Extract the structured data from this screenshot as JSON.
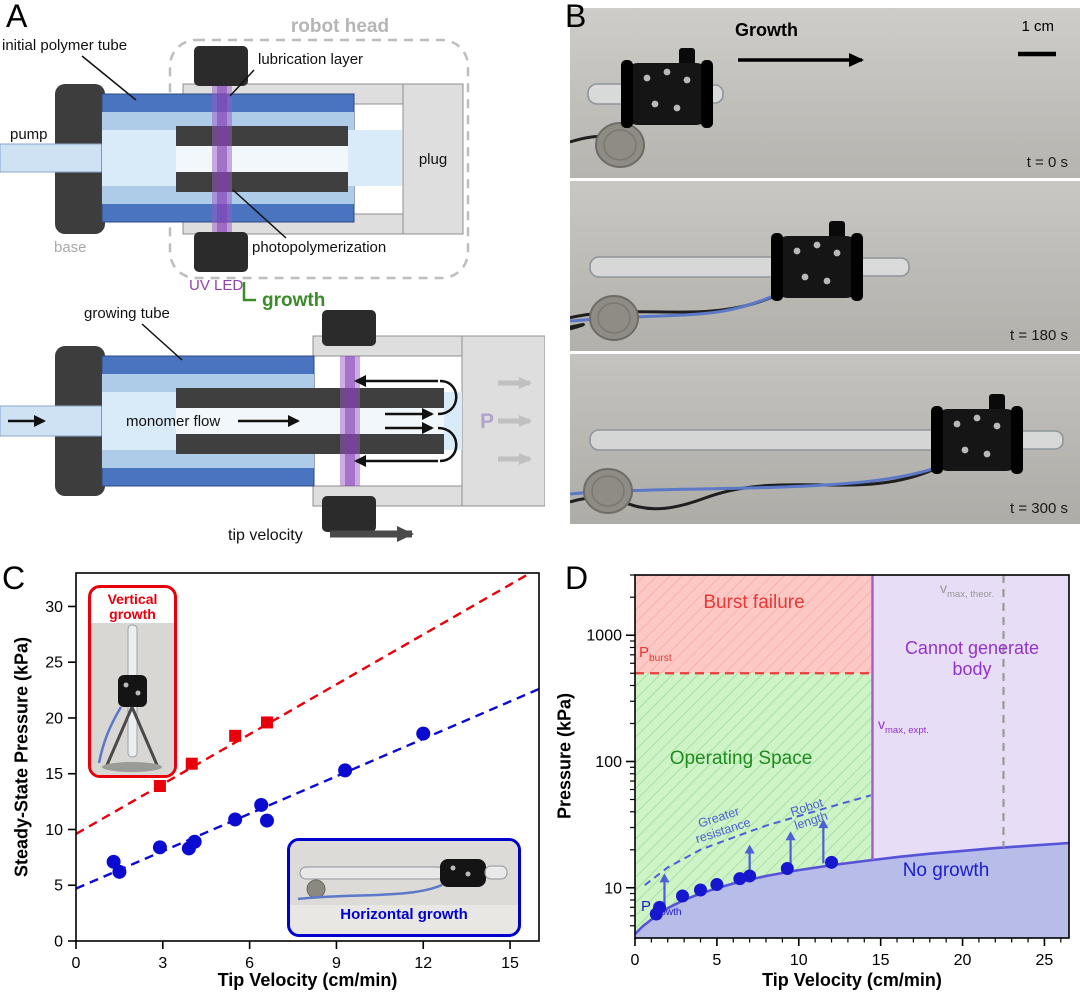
{
  "panels": {
    "a": {
      "label": "A",
      "labels": {
        "initial_polymer_tube": "initial polymer tube",
        "robot_head": "robot head",
        "lubrication_layer": "lubrication layer",
        "pump": "pump",
        "plug": "plug",
        "base": "base",
        "uv_led": "UV LED",
        "photopolymerization": "photopolymerization",
        "growth": "growth",
        "growing_tube": "growing tube",
        "monomer_flow": "monomer flow",
        "pressure": "P",
        "tip_velocity": "tip velocity"
      }
    },
    "b": {
      "label": "B",
      "growth_label": "Growth",
      "scale_label": "1 cm",
      "frames": [
        {
          "time": "t = 0 s",
          "robot_x": 55,
          "tube_left": 18,
          "tip_len": 16,
          "coin_x": 50,
          "wires": "none"
        },
        {
          "time": "t = 180 s",
          "robot_x": 205,
          "tube_left": 20,
          "tip_len": 52,
          "coin_x": 44,
          "wires": "blue"
        },
        {
          "time": "t = 300 s",
          "robot_x": 365,
          "tube_left": 20,
          "tip_len": 46,
          "coin_x": 38,
          "wires": "both"
        }
      ]
    },
    "c": {
      "label": "C",
      "insets": {
        "vertical": {
          "label": "Vertical growth"
        },
        "horizontal": {
          "label": "Horizontal growth"
        }
      }
    },
    "d": {
      "label": "D",
      "region_labels": {
        "burst": "Burst failure",
        "operating": "Operating Space",
        "cannot": "Cannot generate body",
        "no_growth": "No growth"
      },
      "boundary_labels": {
        "p_burst": {
          "main": "P",
          "sub": "burst"
        },
        "p_growth": {
          "main": "P",
          "sub": "growth"
        },
        "v_max_expt": {
          "main": "v",
          "sub": "max, expt."
        },
        "v_max_theor": {
          "main": "v",
          "sub": "max, theor."
        }
      },
      "annotations": {
        "greater_resistance": "Greater resistance",
        "robot_length": "Robot length"
      }
    }
  },
  "chart_data": [
    {
      "id": "panel-c",
      "type": "scatter",
      "xlabel": "Tip Velocity (cm/min)",
      "ylabel": "Steady-State Pressure (kPa)",
      "xlim": [
        0,
        16
      ],
      "ylim": [
        0,
        33
      ],
      "xticks": [
        0,
        3,
        6,
        9,
        12,
        15
      ],
      "yticks": [
        0,
        5,
        10,
        15,
        20,
        25,
        30
      ],
      "grid": false,
      "series": [
        {
          "name": "Vertical growth",
          "marker": "square",
          "color": "#e8000b",
          "points": [
            [
              2.9,
              13.9
            ],
            [
              4.0,
              15.9
            ],
            [
              5.5,
              18.4
            ],
            [
              6.6,
              19.6
            ]
          ],
          "trend": {
            "style": "dashed",
            "x": [
              0,
              15.7
            ],
            "y": [
              9.6,
              33.0
            ]
          }
        },
        {
          "name": "Horizontal growth",
          "marker": "circle",
          "color": "#0a0ad0",
          "points": [
            [
              1.3,
              7.1
            ],
            [
              1.5,
              6.2
            ],
            [
              2.9,
              8.4
            ],
            [
              3.9,
              8.3
            ],
            [
              4.1,
              8.9
            ],
            [
              5.5,
              10.9
            ],
            [
              6.4,
              12.2
            ],
            [
              6.6,
              10.8
            ],
            [
              9.3,
              15.3
            ],
            [
              12.0,
              18.6
            ]
          ],
          "trend": {
            "style": "dashed",
            "x": [
              0,
              16
            ],
            "y": [
              4.7,
              22.6
            ]
          }
        }
      ]
    },
    {
      "id": "panel-d",
      "type": "scatter",
      "xlabel": "Tip Velocity (cm/min)",
      "ylabel": "Pressure (kPa)",
      "xlim": [
        0,
        26.5
      ],
      "yscale": "log",
      "ylim": [
        4,
        3000
      ],
      "xticks": [
        0,
        5,
        10,
        15,
        20,
        25
      ],
      "yticks": [
        10,
        100,
        1000
      ],
      "p_burst_kpa": 500,
      "v_max_expt": 14.5,
      "v_max_theor": 22.5,
      "growth_boundary": [
        [
          0,
          4.3
        ],
        [
          0.5,
          5.0
        ],
        [
          1,
          5.6
        ],
        [
          2,
          6.9
        ],
        [
          3,
          8.0
        ],
        [
          4,
          9.0
        ],
        [
          5,
          9.9
        ],
        [
          6,
          10.8
        ],
        [
          7,
          11.6
        ],
        [
          8,
          12.4
        ],
        [
          9,
          13.1
        ],
        [
          10,
          13.8
        ],
        [
          12,
          15.1
        ],
        [
          14,
          16.3
        ],
        [
          16,
          17.5
        ],
        [
          18,
          18.6
        ],
        [
          20,
          19.6
        ],
        [
          22,
          20.6
        ],
        [
          24,
          21.5
        ],
        [
          26.5,
          22.6
        ]
      ],
      "resistance_curve": [
        [
          0.6,
          10.5
        ],
        [
          2,
          14.5
        ],
        [
          4,
          20
        ],
        [
          6,
          25
        ],
        [
          8,
          31
        ],
        [
          10,
          37
        ],
        [
          12,
          44
        ],
        [
          14.4,
          54
        ]
      ],
      "arrows": [
        [
          1.8,
          7.2,
          13
        ],
        [
          7,
          12.3,
          22
        ],
        [
          9.5,
          14.2,
          28
        ],
        [
          11.5,
          15.6,
          35
        ]
      ],
      "points": [
        [
          1.3,
          6.2
        ],
        [
          1.5,
          7.0
        ],
        [
          2.9,
          8.6
        ],
        [
          4.0,
          9.6
        ],
        [
          5.0,
          10.6
        ],
        [
          6.4,
          11.8
        ],
        [
          7.0,
          12.4
        ],
        [
          9.3,
          14.2
        ],
        [
          12.0,
          15.9
        ]
      ],
      "region_colors": {
        "burst": "#fcc8c3",
        "operating": "#cdf3c6",
        "cannot": "#e7ddf6",
        "no_growth": "#b7bce9"
      }
    }
  ]
}
